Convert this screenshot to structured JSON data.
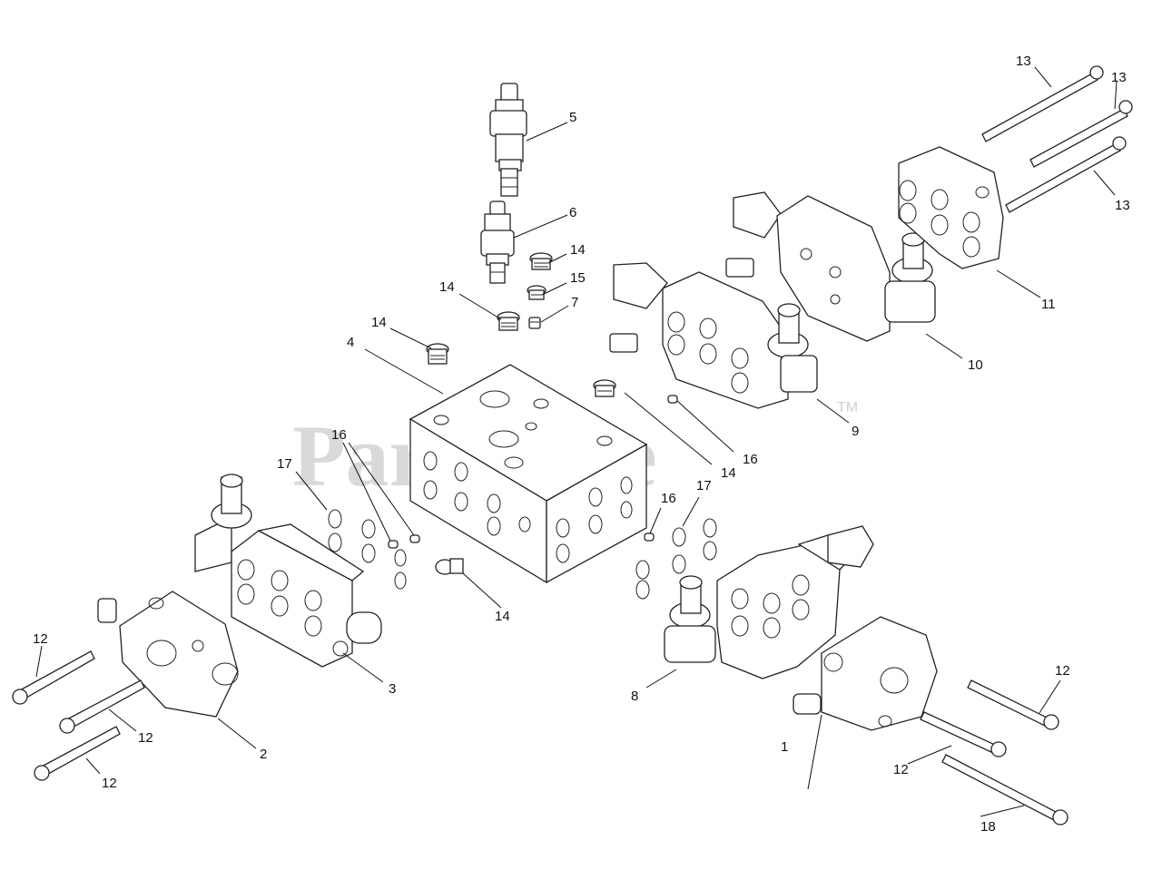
{
  "watermark": {
    "text": "PartsTree",
    "tm": "TM"
  },
  "callouts": {
    "c1": "1",
    "c2": "2",
    "c3": "3",
    "c4": "4",
    "c5": "5",
    "c6": "6",
    "c7": "7",
    "c8": "8",
    "c9": "9",
    "c10": "10",
    "c11": "11",
    "c12a": "12",
    "c12b": "12",
    "c12c": "12",
    "c12d": "12",
    "c12e": "12",
    "c13a": "13",
    "c13b": "13",
    "c13c": "13",
    "c14a": "14",
    "c14b": "14",
    "c14c": "14",
    "c14d": "14",
    "c14e": "14",
    "c15": "15",
    "c16a": "16",
    "c16b": "16",
    "c16c": "16",
    "c17a": "17",
    "c17b": "17",
    "c18": "18"
  }
}
